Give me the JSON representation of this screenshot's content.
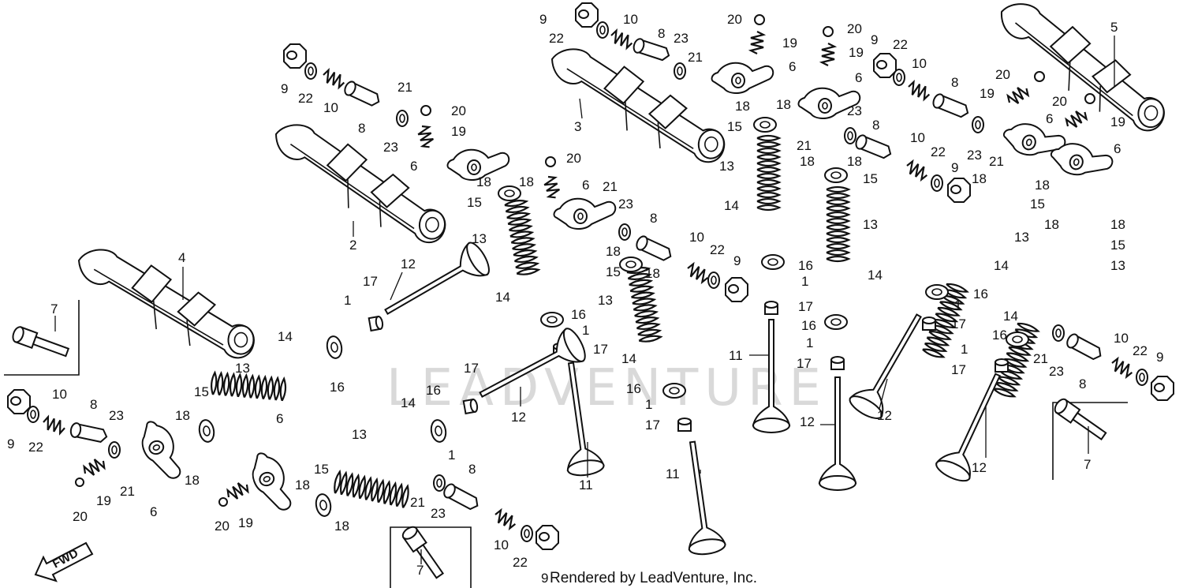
{
  "watermark": "LEADVENTURE",
  "credit": "Rendered by LeadVenture, Inc.",
  "fwd_label": "FWD",
  "callouts": {
    "c9a": "9",
    "c22a": "22",
    "c10a": "10",
    "c8a": "8",
    "c23a": "23",
    "c21a": "21",
    "c20a": "20",
    "c19a": "19",
    "c6a": "6",
    "c2": "2",
    "c4": "4",
    "c7a": "7",
    "c9b": "9",
    "c22b": "22",
    "c10b": "10",
    "c8b": "8",
    "c23b": "23",
    "c21b": "21",
    "c20b": "20",
    "c19b": "19",
    "c6b": "6",
    "c18a": "18",
    "c18b": "18",
    "c15a": "15",
    "c13a": "13",
    "c14a": "14",
    "c16a": "16",
    "c1a": "1",
    "c17a": "17",
    "c12a": "12",
    "c20c": "20",
    "c19c": "19",
    "c6c": "6",
    "c18c": "18",
    "c15b": "15",
    "c13b": "13",
    "c14b": "14",
    "c16b": "16",
    "c1b": "1",
    "c17b": "17",
    "c12b": "12",
    "c9c": "9",
    "c22c": "22",
    "c10c": "10",
    "c8c": "8",
    "c23c": "23",
    "c21c": "21",
    "c3": "3",
    "c20d": "20",
    "c18d": "18",
    "c6d": "6",
    "c21d": "21",
    "c23d": "23",
    "c8d": "8",
    "c10d": "10",
    "c22d": "22",
    "c9d": "9",
    "c18e": "18",
    "c18f": "18",
    "c15c": "15",
    "c13c": "13",
    "c14c": "14",
    "c16c": "16",
    "c1c": "1",
    "c17c": "17",
    "c11a": "11",
    "c18g": "18",
    "c15d": "15",
    "c13d": "13",
    "c14d": "14",
    "c16d": "16",
    "c1d": "1",
    "c17d": "17",
    "c11b": "11",
    "c20e": "20",
    "c19e": "19",
    "c6e": "6",
    "c18h": "18",
    "c18i": "18",
    "c15e": "15",
    "c13e": "13",
    "c14e": "14",
    "c16e": "16",
    "c1e": "1",
    "c17e": "17",
    "c11c": "11",
    "c9e": "9",
    "c22e": "22",
    "c10e": "10",
    "c8e": "8",
    "c23e": "23",
    "c21e": "21",
    "c6f": "6",
    "c20f": "20",
    "c19f": "19",
    "c20g": "20",
    "c19g": "19",
    "c18j": "18",
    "c15f": "15",
    "c13f": "13",
    "c14f": "14",
    "c16f": "16",
    "c1f": "1",
    "c17f": "17",
    "c12c": "12",
    "c5": "5",
    "c20h": "20",
    "c19h": "19",
    "c20i": "20",
    "c6g": "6",
    "c19i": "19",
    "c6h": "6",
    "c18k": "18",
    "c18l": "18",
    "c15g": "15",
    "c13g": "13",
    "c14g": "14",
    "c16g": "16",
    "c1g": "1",
    "c17g": "17",
    "c12d": "12",
    "c18m": "18",
    "c18n": "18",
    "c15h": "15",
    "c13h": "13",
    "c14h": "14",
    "c16h": "16",
    "c1h": "1",
    "c17h": "17",
    "c12e": "12",
    "c10f": "10",
    "c22f": "22",
    "c9f": "9",
    "c21f": "21",
    "c23f": "23",
    "c8f": "8",
    "c7b": "7",
    "c7c": "7"
  }
}
